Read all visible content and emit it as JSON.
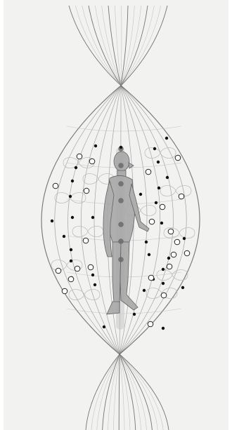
{
  "image": {
    "subject": "pencil-sketch",
    "colors": {
      "paper": "#f2f2f0",
      "frame": "#ffffff",
      "graphite_dark": "#555555",
      "graphite_mid": "#8a8a8a",
      "graphite_light": "#b9b9b9",
      "figure_fill": "#a8a8a8",
      "spine_fill": "#c7c7c7",
      "chakra_dot": "#6a6a6a",
      "black_dot": "#111111",
      "white_dot_fill": "#ffffff",
      "white_dot_stroke": "#222222"
    },
    "counts": {
      "chakra_dots": 7,
      "black_dots": 34,
      "white_dots": 22
    }
  }
}
